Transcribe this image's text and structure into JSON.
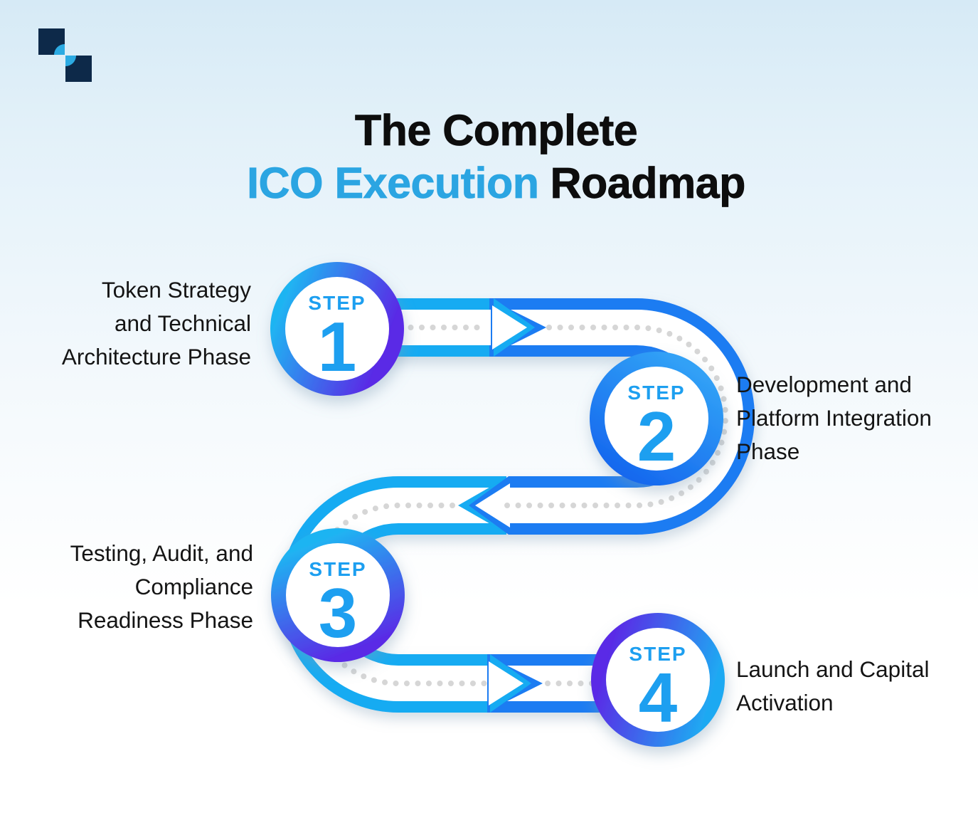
{
  "title": {
    "line1": "The Complete",
    "line2_accent": "ICO Execution",
    "line2_rest": "Roadmap",
    "accent_color": "#2ba5e2"
  },
  "logo": {
    "navy": "#0d2949",
    "cyan": "#2caae2"
  },
  "road": {
    "light_color": "#12abf2",
    "dark_color": "#1f7cf2",
    "surface_color": "#ffffff",
    "dash_color": "#d6d6d6"
  },
  "steps": [
    {
      "step_label": "STEP",
      "number": "1",
      "side": "left",
      "label_lines": [
        "Token Strategy",
        "and Technical",
        "Architecture Phase"
      ],
      "ring_gradient": [
        "#1fb4f2",
        "#5a2ae6"
      ],
      "text_color": "#1d9ff0"
    },
    {
      "step_label": "STEP",
      "number": "2",
      "side": "right",
      "label_lines": [
        "Development and",
        "Platform Integration",
        "Phase"
      ],
      "ring_gradient": [
        "#31a1f6",
        "#1566ee"
      ],
      "text_color": "#1d9ff0"
    },
    {
      "step_label": "STEP",
      "number": "3",
      "side": "left",
      "label_lines": [
        "Testing, Audit, and",
        "Compliance",
        "Readiness Phase"
      ],
      "ring_gradient": [
        "#1fb4f2",
        "#5a2ae6"
      ],
      "text_color": "#1d9ff0"
    },
    {
      "step_label": "STEP",
      "number": "4",
      "side": "right",
      "label_lines": [
        "Launch and Capital",
        "Activation"
      ],
      "ring_gradient": [
        "#5a2ae6",
        "#1fa9f2"
      ],
      "text_color": "#1d9ff0"
    }
  ]
}
